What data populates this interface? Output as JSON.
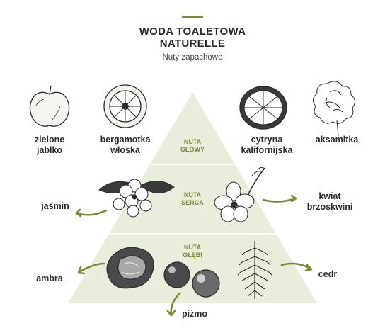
{
  "header": {
    "title_line1": "WODA TOALETOWA",
    "title_line2": "NATURELLE",
    "subtitle": "Nuty zapachowe"
  },
  "notes": {
    "top": {
      "line1": "NUTA",
      "line2": "GŁOWY"
    },
    "heart": {
      "line1": "NUTA",
      "line2": "SERCA"
    },
    "base": {
      "line1": "NUTA",
      "line2": "GŁĘBI"
    }
  },
  "ingredients": {
    "apple": {
      "line1": "zielone",
      "line2": "jabłko"
    },
    "bergamot": {
      "line1": "bergamotka",
      "line2": "włoska"
    },
    "lemon": {
      "line1": "cytryna",
      "line2": "kalifornijska"
    },
    "velvet": {
      "line1": "aksamitka"
    },
    "jasmine": {
      "line1": "jaśmin"
    },
    "peach": {
      "line1": "kwiat",
      "line2": "brzoskwini"
    },
    "amber": {
      "line1": "ambra"
    },
    "cedar": {
      "line1": "cedr"
    },
    "musk": {
      "line1": "piżmo"
    }
  },
  "colors": {
    "accent": "#7a8a3c",
    "pyramid": "#e8eedb",
    "ink": "#2b2b2b"
  }
}
